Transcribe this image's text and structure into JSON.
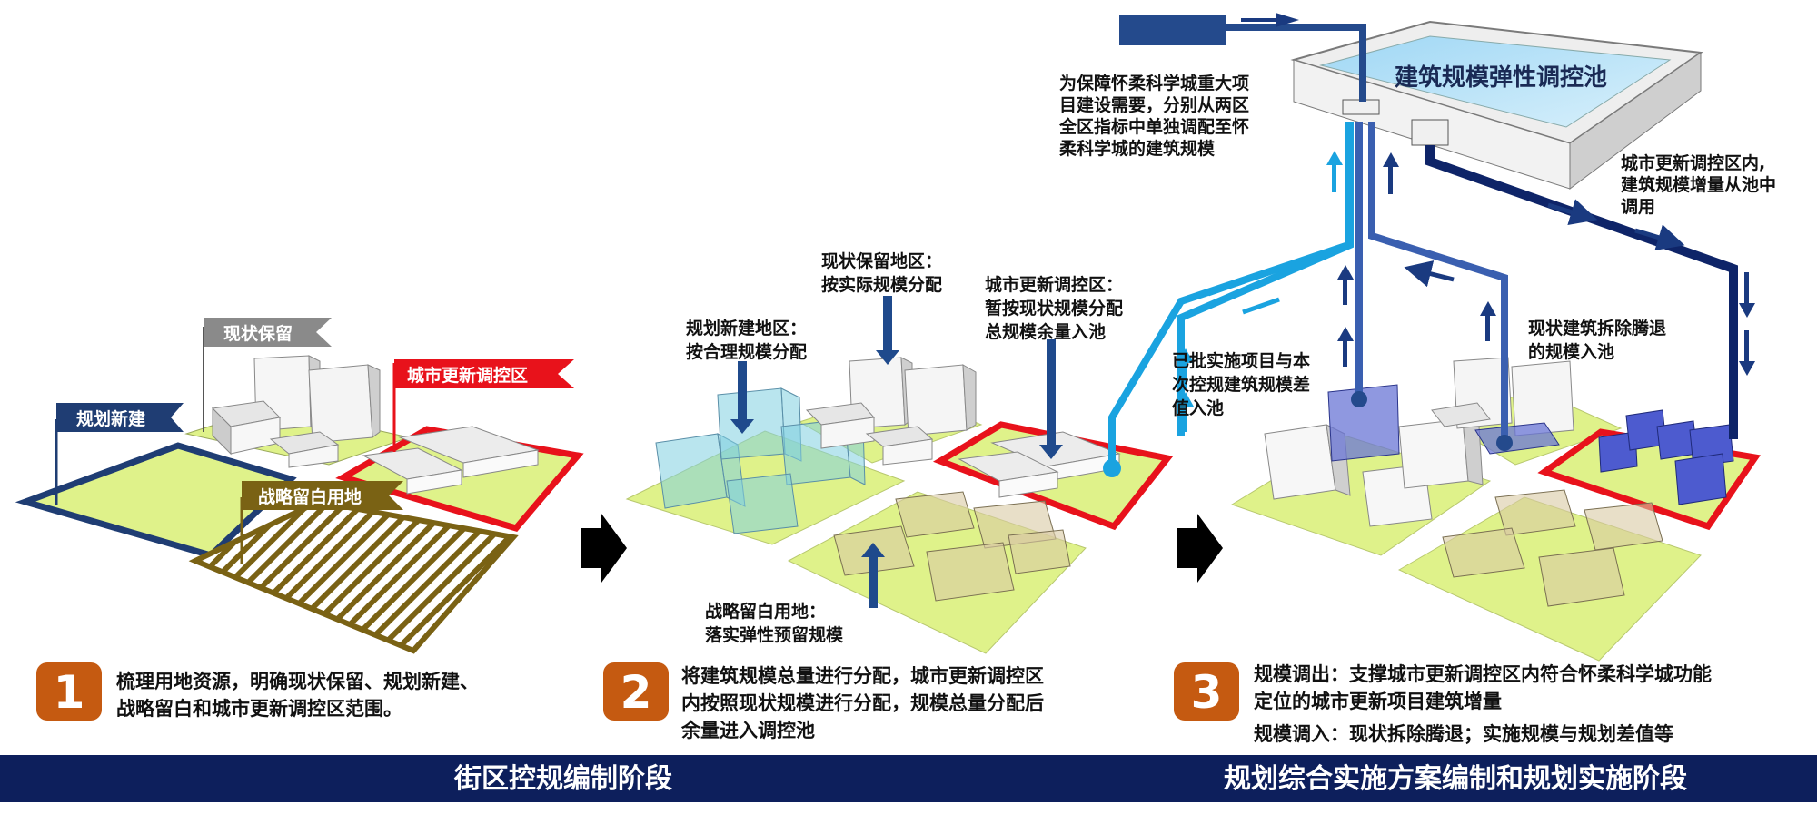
{
  "panel1": {
    "tag_existing": "现状保留",
    "tag_planned_new": "规划新建",
    "tag_urban_renewal": "城市更新调控区",
    "tag_strategic": "战略留白用地",
    "step_number": "1",
    "step_lines": [
      "梳理用地资源，明确现状保留、规划新建、",
      "战略留白和城市更新调控区范围。"
    ]
  },
  "panel2": {
    "label_planned": [
      "规划新建地区：",
      "按合理规模分配"
    ],
    "label_existing": [
      "现状保留地区：",
      "按实际规模分配"
    ],
    "label_renewal": [
      "城市更新调控区：",
      "暂按现状规模分配",
      "总规模余量入池"
    ],
    "label_strategic": [
      "战略留白用地：",
      "落实弹性预留规模"
    ],
    "step_number": "2",
    "step_lines": [
      "将建筑规模总量进行分配，城市更新调控区",
      "内按照现状规模进行分配，规模总量分配后",
      "余量进入调控池"
    ]
  },
  "panel3": {
    "pool_title": "建筑规模弹性调控池",
    "label_huairou": [
      "为保障怀柔科学城重大项",
      "目建设需要，分别从两区",
      "全区指标中单独调配至怀",
      "柔科学城的建筑规模"
    ],
    "label_approved": [
      "已批实施项目与本",
      "次控规建筑规模差",
      "值入池"
    ],
    "label_demolish": [
      "现状建筑拆除腾退",
      "的规模入池"
    ],
    "label_increase": [
      "城市更新调控区内,",
      "建筑规模增量从池中",
      "调用"
    ],
    "step_number": "3",
    "step_line_out": [
      "规模调出：支撑城市更新调控区内符合怀柔科学城功能",
      "定位的城市更新项目建筑增量"
    ],
    "step_line_in": "规模调入：现状拆除腾退；实施规模与规划差值等"
  },
  "footer": {
    "left": "街区控规编制阶段",
    "right": "规划综合实施方案编制和规划实施阶段"
  },
  "colors": {
    "navy": "#0d1f5c",
    "orange": "#c55a11",
    "red": "#e8121b",
    "dark_blue": "#244a8c",
    "light_blue": "#1aa3e0",
    "deep_navy": "#0e2468",
    "grass": "#dff28a",
    "olive": "#7a6214",
    "gray_tag": "#8a8a8a"
  }
}
